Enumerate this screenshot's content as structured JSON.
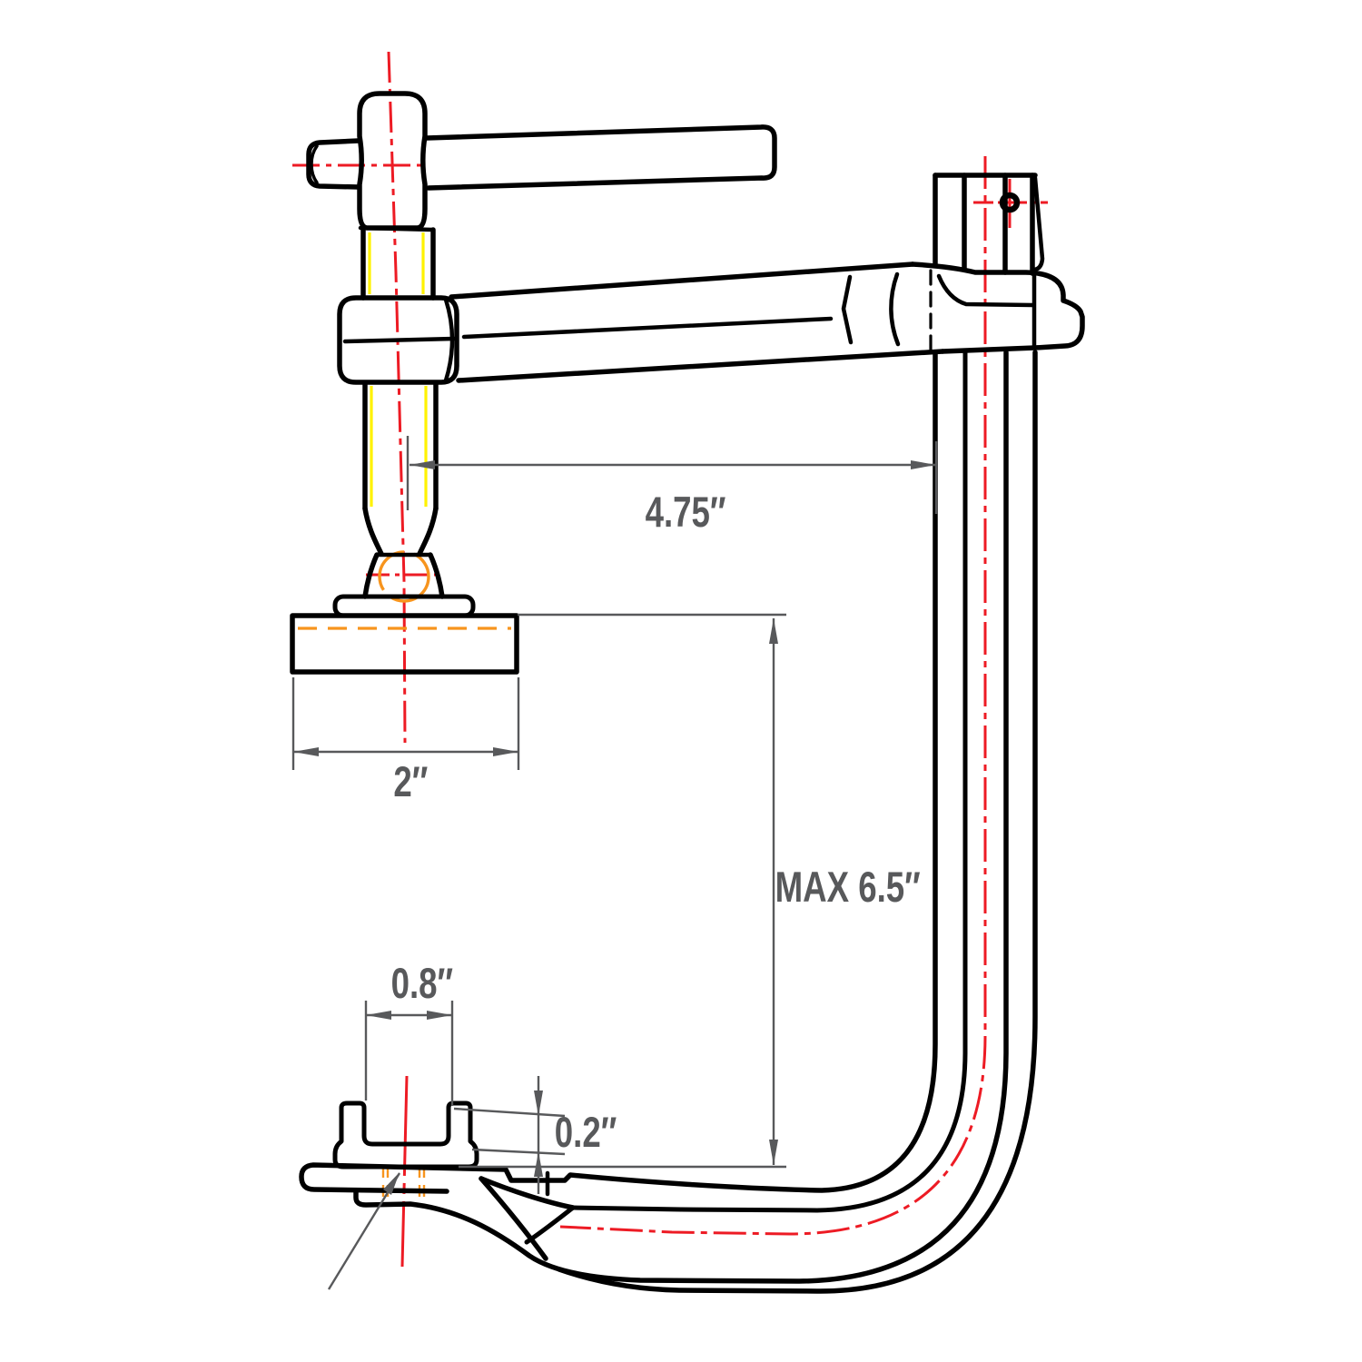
{
  "drawing": {
    "subject": "F-style sliding clamp, side-view technical drawing with dimensions",
    "dims": {
      "throat_depth": "4.75″",
      "pad_width": "2″",
      "max_opening": "MAX 6.5″",
      "jaw_slot_width": "0.8″",
      "jaw_step_depth": "0.2″"
    },
    "colors": {
      "outline": "#000000",
      "dimension": "#58595B",
      "centerline_red": "#ED1B24",
      "thread_yellow": "#FFF200",
      "hidden_orange": "#F7941D",
      "background": "#FFFFFF"
    }
  }
}
